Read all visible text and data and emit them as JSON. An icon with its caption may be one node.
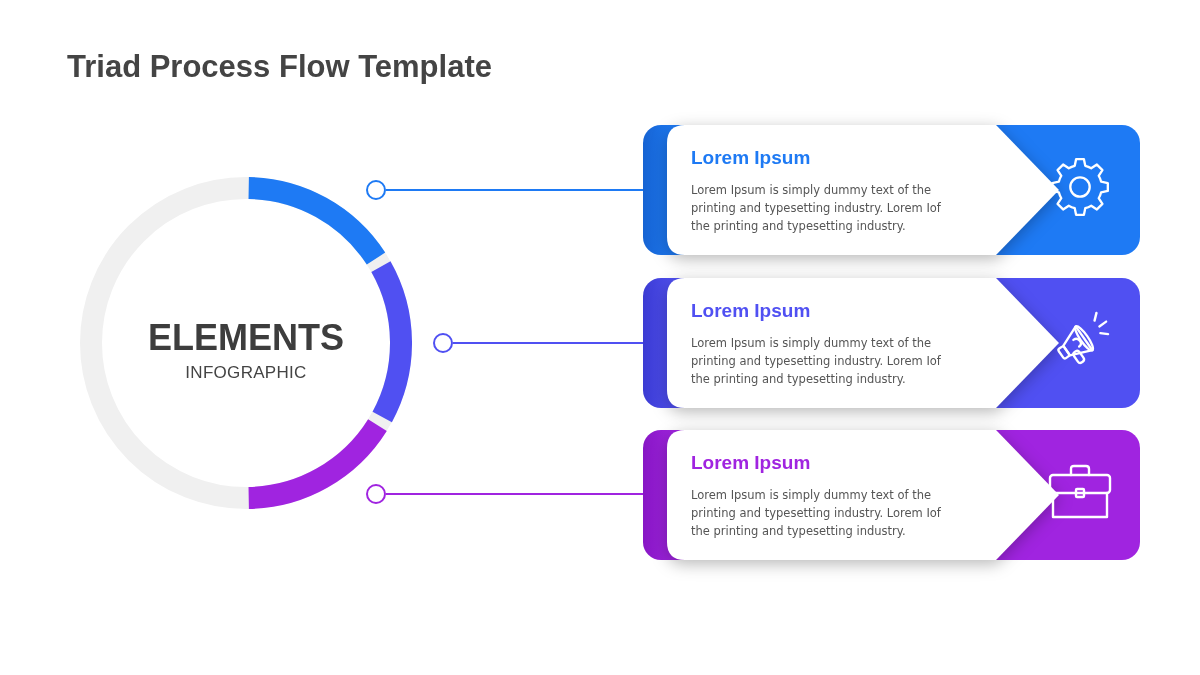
{
  "diagram": {
    "title": "Triad Process Flow Template",
    "nodes": [
      {
        "text": [
          "ELEMENTS",
          "INFOGRAPHIC"
        ]
      },
      {
        "text": [],
        "shape": "circle"
      },
      {
        "text": [
          "Lorem Ipsum",
          "Lorem Ipsum is simply dummy text of the printing and typesetting industry. Lorem Iof the printing and typesetting industry."
        ]
      },
      {
        "text": [],
        "shape": "circle"
      },
      {
        "text": [
          "Lorem Ipsum",
          "Lorem Ipsum is simply dummy text of the printing and typesetting industry. Lorem Iof the printing and typesetting industry."
        ]
      },
      {
        "text": [],
        "shape": "circle"
      },
      {
        "text": [
          "Lorem Ipsum",
          "Lorem Ipsum is simply dummy text of the printing and typesetting industry. Lorem Iof the printing and typesetting industry."
        ]
      }
    ],
    "edges": [
      {
        "from": 1,
        "to": 2,
        "arrow": "none",
        "color": "#1e7af4"
      },
      {
        "from": 3,
        "to": 4,
        "arrow": "none",
        "color": "#5050f2"
      },
      {
        "from": 5,
        "to": 6,
        "arrow": "none",
        "color": "#a024e0"
      }
    ]
  }
}
